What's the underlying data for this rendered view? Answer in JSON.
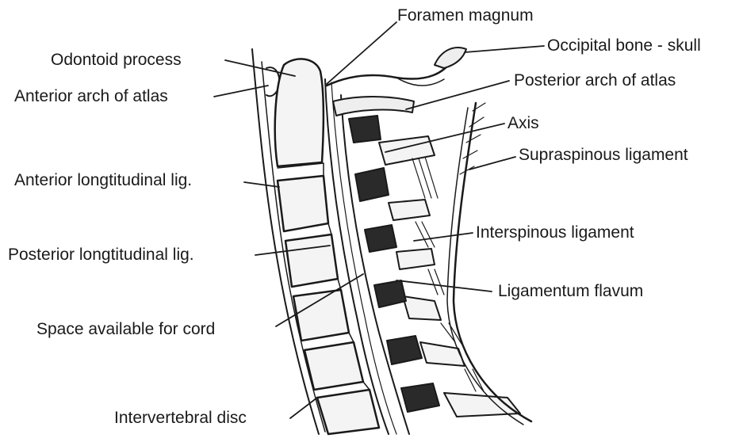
{
  "labels": {
    "foramen_magnum": "Foramen magnum",
    "occipital_bone": "Occipital bone - skull",
    "odontoid_process": "Odontoid process",
    "anterior_arch": "Anterior arch of atlas",
    "posterior_arch": "Posterior arch of atlas",
    "axis": "Axis",
    "supraspinous": "Supraspinous ligament",
    "anterior_longitudinal": "Anterior longtitudinal lig.",
    "interspinous": "Interspinous ligament",
    "posterior_longitudinal": "Posterior longtitudinal lig.",
    "ligamentum_flavum": "Ligamentum flavum",
    "space_for_cord": "Space available for cord",
    "intervertebral_disc": "Intervertebral disc"
  }
}
